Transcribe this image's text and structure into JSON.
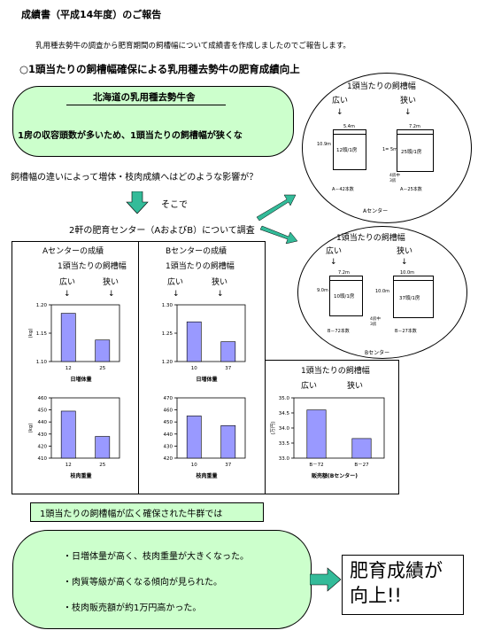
{
  "doc": {
    "title": "成績書（平成14年度）のご報告",
    "intro": "乳用種去勢牛の調査から肥育期間の飼槽幅について成績書を作成しましたのでご報告します。",
    "heading": "○1頭当たりの飼槽幅確保による乳用種去勢牛の肥育成績向上"
  },
  "hokkaido": {
    "title": "北海道の乳用種去勢牛舎",
    "text": "1房の収容頭数が多いため、1頭当たりの飼槽幅が狭くな"
  },
  "question": "飼槽幅の違いによって増体・枝肉成績へはどのような影響が？",
  "soko": "そこで",
  "survey": "2軒の肥育センター（AおよびB）について調査",
  "common": {
    "feed_width": "1頭当たりの飼槽幅",
    "wide": "広い",
    "narrow": "狭い",
    "arrow": "↓"
  },
  "circleA": {
    "pen1_top": "5.4m",
    "pen1_side": "10.9m",
    "pen1_heads": "12頭/1房",
    "pen1_label": "A－42本数",
    "pen2_top": "7.2m",
    "pen2_side": "1= 5m",
    "pen2_heads": "25頭/1房",
    "pen2_label": "A－25本数",
    "note": "4房中\n3房",
    "caption": "Aセンター"
  },
  "circleB": {
    "pen1_top": "7.2m",
    "pen1_side": "9.0m",
    "pen1_heads": "10頭/1房",
    "pen1_label": "B－72本数",
    "pen2_top": "10.0m",
    "pen2_side": "10.0m",
    "pen2_heads": "37頭/1房",
    "pen2_label": "B－27本数",
    "note": "4房中\n3房",
    "caption": "Bセンター"
  },
  "panelA": {
    "title": "Aセンターの成績"
  },
  "panelB": {
    "title": "Bセンターの成績"
  },
  "chart_data": [
    {
      "id": "a-gain",
      "type": "bar",
      "categories": [
        "12",
        "25"
      ],
      "values": [
        1.185,
        1.138
      ],
      "ylim": [
        1.1,
        1.2
      ],
      "ticks": [
        "1.10",
        "1.15",
        "1.20"
      ],
      "ylabel": "(kg)",
      "xlabel": "日増体量"
    },
    {
      "id": "a-carcass",
      "type": "bar",
      "categories": [
        "12",
        "25"
      ],
      "values": [
        449,
        428
      ],
      "ylim": [
        410,
        460
      ],
      "ticks": [
        "410",
        "420",
        "430",
        "440",
        "450",
        "460"
      ],
      "ylabel": "(kg)",
      "xlabel": "枝肉重量"
    },
    {
      "id": "b-gain",
      "type": "bar",
      "categories": [
        "10",
        "37"
      ],
      "values": [
        1.27,
        1.235
      ],
      "ylim": [
        1.2,
        1.3
      ],
      "ticks": [
        "1.20",
        "1.25",
        "1.30"
      ],
      "ylabel": "",
      "xlabel": "日増体量"
    },
    {
      "id": "b-carcass",
      "type": "bar",
      "categories": [
        "10",
        "37"
      ],
      "values": [
        455,
        447
      ],
      "ylim": [
        420,
        470
      ],
      "ticks": [
        "420",
        "430",
        "440",
        "450",
        "460",
        "470"
      ],
      "ylabel": "",
      "xlabel": "枝肉重量"
    },
    {
      "id": "b-price",
      "type": "bar",
      "categories": [
        "B－72",
        "B－27"
      ],
      "values": [
        34.6,
        33.65
      ],
      "ylim": [
        33.0,
        35.0
      ],
      "ticks": [
        "33.0",
        "33.5",
        "34.0",
        "34.5",
        "35.0"
      ],
      "ylabel": "(万円)",
      "xlabel": "販売額(Bセンター)"
    }
  ],
  "result": {
    "banner": "1頭当たりの飼槽幅が広く確保された牛群では",
    "items": [
      "・日増体量が高く、枝肉重量が大きくなった。",
      "・肉質等級が高くなる傾向が見られた。",
      "・枝肉販売額が約1万円高かった。"
    ],
    "conclusion_line1": "肥育成績が",
    "conclusion_line2": "向上!!"
  },
  "colors": {
    "green": "#ccffcc",
    "bar": "#9999ff",
    "arrow": "#33bb99"
  }
}
